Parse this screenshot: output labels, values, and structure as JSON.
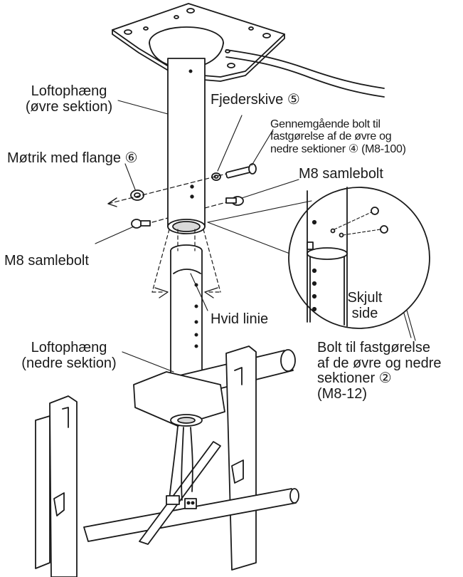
{
  "labels": {
    "upper_section_l1": "Loftophæng",
    "upper_section_l2": "(øvre sektion)",
    "spring_washer": "Fjederskive ⑤",
    "through_bolt_l1": "Gennemgående bolt til",
    "through_bolt_l2": "fastgørelse af de øvre og",
    "through_bolt_l3": "nedre sektioner ④ (M8-100)",
    "flange_nut": "Møtrik med flange ⑥",
    "m8_bolt_right": "M8 samlebolt",
    "m8_bolt_left": "M8 samlebolt",
    "hidden_side_l1": "Skjult",
    "hidden_side_l2": "side",
    "white_line": "Hvid linie",
    "lower_section_l1": "Loftophæng",
    "lower_section_l2": "(nedre sektion)",
    "fix_bolt_l1": "Bolt til fastgørelse",
    "fix_bolt_l2": "af de øvre og nedre",
    "fix_bolt_l3": "sektioner ②",
    "fix_bolt_l4": "(M8-12)"
  },
  "colors": {
    "line": "#1a1a1a",
    "shade": "#d9d9d9"
  }
}
